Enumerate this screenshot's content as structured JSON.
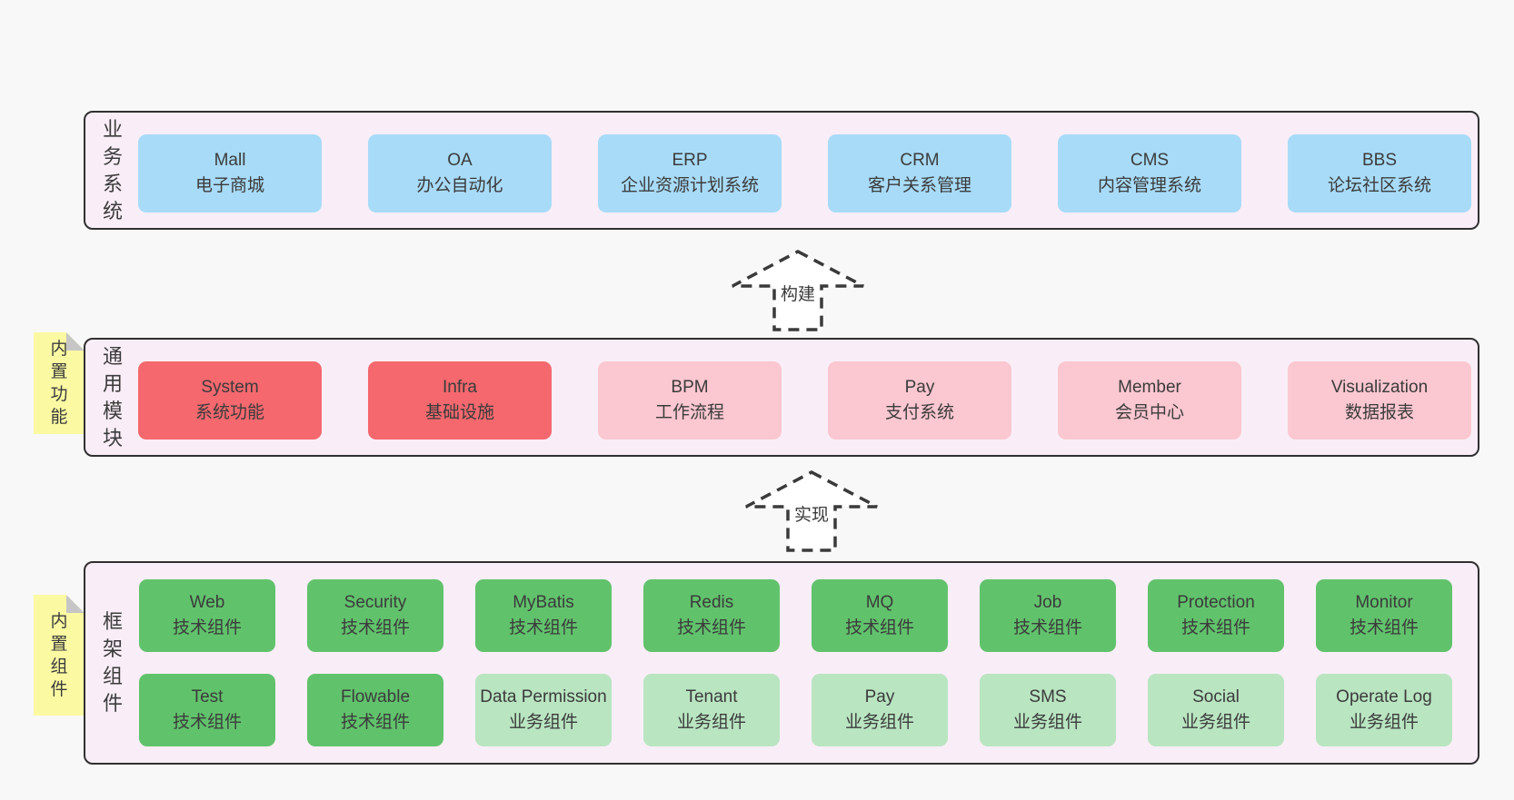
{
  "colors": {
    "page_bg": "#f8f8f8",
    "band_bg": "#f9eef7",
    "band_border": "#303030",
    "blue": "#a8dbf8",
    "red": "#f4686e",
    "pink": "#fbc7d0",
    "green_dark": "#61c26c",
    "green_light": "#b9e5c1",
    "note_yellow": "#fbfaa3",
    "note_fold": "#c6c6c6",
    "text": "#3b3b3b"
  },
  "arrows": [
    {
      "label": "构建"
    },
    {
      "label": "实现"
    }
  ],
  "bands": {
    "business": {
      "label": "业务系统",
      "boxes": [
        {
          "title": "Mall",
          "subtitle": "电子商城",
          "variant": "blue"
        },
        {
          "title": "OA",
          "subtitle": "办公自动化",
          "variant": "blue"
        },
        {
          "title": "ERP",
          "subtitle": "企业资源计划系统",
          "variant": "blue"
        },
        {
          "title": "CRM",
          "subtitle": "客户关系管理",
          "variant": "blue"
        },
        {
          "title": "CMS",
          "subtitle": "内容管理系统",
          "variant": "blue"
        },
        {
          "title": "BBS",
          "subtitle": "论坛社区系统",
          "variant": "blue"
        }
      ]
    },
    "modules": {
      "label": "通用模块",
      "note": "内置功能",
      "boxes": [
        {
          "title": "System",
          "subtitle": "系统功能",
          "variant": "red"
        },
        {
          "title": "Infra",
          "subtitle": "基础设施",
          "variant": "red"
        },
        {
          "title": "BPM",
          "subtitle": "工作流程",
          "variant": "pink"
        },
        {
          "title": "Pay",
          "subtitle": "支付系统",
          "variant": "pink"
        },
        {
          "title": "Member",
          "subtitle": "会员中心",
          "variant": "pink"
        },
        {
          "title": "Visualization",
          "subtitle": "数据报表",
          "variant": "pink"
        }
      ]
    },
    "framework": {
      "label": "框架组件",
      "note": "内置组件",
      "rows": [
        [
          {
            "title": "Web",
            "subtitle": "技术组件",
            "variant": "green_dark"
          },
          {
            "title": "Security",
            "subtitle": "技术组件",
            "variant": "green_dark"
          },
          {
            "title": "MyBatis",
            "subtitle": "技术组件",
            "variant": "green_dark"
          },
          {
            "title": "Redis",
            "subtitle": "技术组件",
            "variant": "green_dark"
          },
          {
            "title": "MQ",
            "subtitle": "技术组件",
            "variant": "green_dark"
          },
          {
            "title": "Job",
            "subtitle": "技术组件",
            "variant": "green_dark"
          },
          {
            "title": "Protection",
            "subtitle": "技术组件",
            "variant": "green_dark"
          },
          {
            "title": "Monitor",
            "subtitle": "技术组件",
            "variant": "green_dark"
          }
        ],
        [
          {
            "title": "Test",
            "subtitle": "技术组件",
            "variant": "green_dark"
          },
          {
            "title": "Flowable",
            "subtitle": "技术组件",
            "variant": "green_dark"
          },
          {
            "title": "Data Permission",
            "subtitle": "业务组件",
            "variant": "green_light"
          },
          {
            "title": "Tenant",
            "subtitle": "业务组件",
            "variant": "green_light"
          },
          {
            "title": "Pay",
            "subtitle": "业务组件",
            "variant": "green_light"
          },
          {
            "title": "SMS",
            "subtitle": "业务组件",
            "variant": "green_light"
          },
          {
            "title": "Social",
            "subtitle": "业务组件",
            "variant": "green_light"
          },
          {
            "title": "Operate Log",
            "subtitle": "业务组件",
            "variant": "green_light"
          }
        ]
      ]
    }
  }
}
